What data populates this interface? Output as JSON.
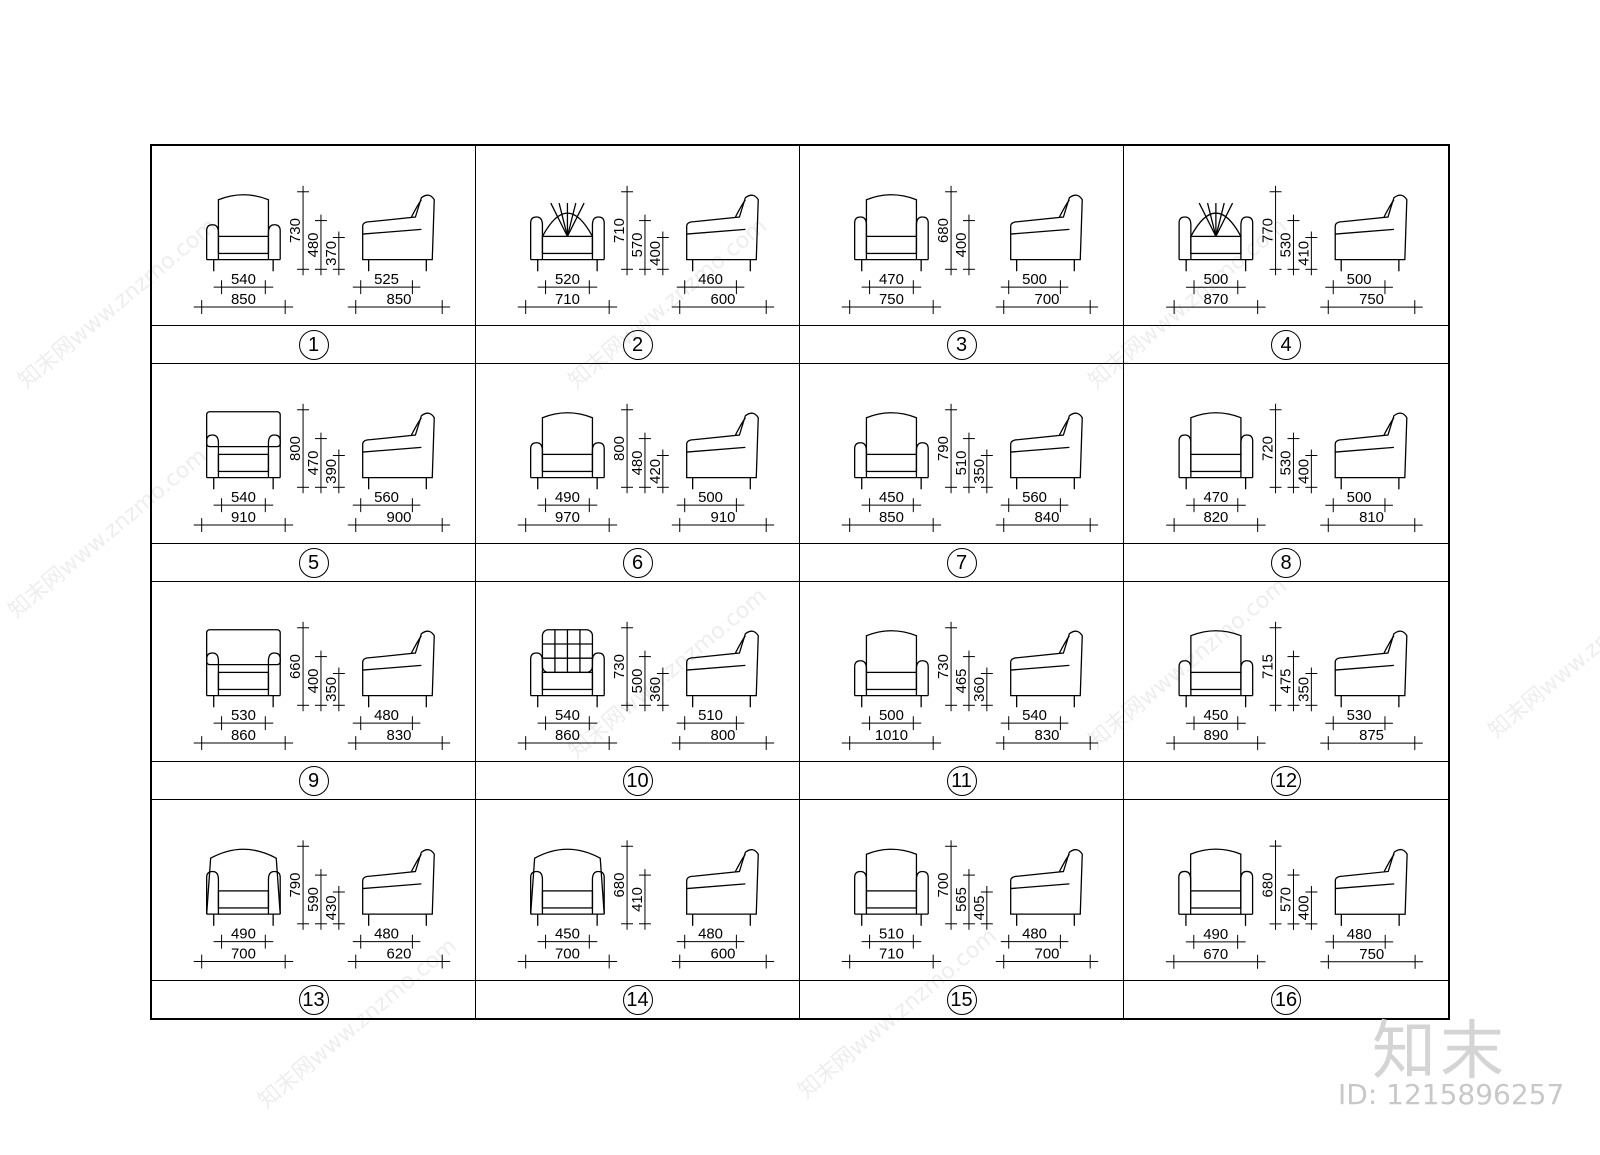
{
  "items": [
    {
      "num": "1",
      "front_h": [
        "730",
        "480",
        "370"
      ],
      "front_w": [
        "540",
        "850"
      ],
      "side_w": [
        "525",
        "850"
      ],
      "style": "roll"
    },
    {
      "num": "2",
      "front_h": [
        "710",
        "570",
        "400"
      ],
      "front_w": [
        "520",
        "710"
      ],
      "side_w": [
        "460",
        "600"
      ],
      "style": "shell"
    },
    {
      "num": "3",
      "front_h": [
        "680",
        "400"
      ],
      "front_w": [
        "470",
        "750"
      ],
      "side_w": [
        "500",
        "700"
      ],
      "style": "box"
    },
    {
      "num": "4",
      "front_h": [
        "770",
        "530",
        "410"
      ],
      "front_w": [
        "500",
        "870"
      ],
      "side_w": [
        "500",
        "750"
      ],
      "style": "shell"
    },
    {
      "num": "5",
      "front_h": [
        "800",
        "470",
        "390"
      ],
      "front_w": [
        "540",
        "910"
      ],
      "side_w": [
        "560",
        "900"
      ],
      "style": "flat"
    },
    {
      "num": "6",
      "front_h": [
        "800",
        "480",
        "420"
      ],
      "front_w": [
        "490",
        "970"
      ],
      "side_w": [
        "500",
        "910"
      ],
      "style": "wide"
    },
    {
      "num": "7",
      "front_h": [
        "790",
        "510",
        "350"
      ],
      "front_w": [
        "450",
        "850"
      ],
      "side_w": [
        "560",
        "840"
      ],
      "style": "roll"
    },
    {
      "num": "8",
      "front_h": [
        "720",
        "530",
        "400"
      ],
      "front_w": [
        "470",
        "820"
      ],
      "side_w": [
        "500",
        "810"
      ],
      "style": "box"
    },
    {
      "num": "9",
      "front_h": [
        "660",
        "400",
        "350"
      ],
      "front_w": [
        "530",
        "860"
      ],
      "side_w": [
        "480",
        "830"
      ],
      "style": "flat"
    },
    {
      "num": "10",
      "front_h": [
        "730",
        "500",
        "360"
      ],
      "front_w": [
        "540",
        "860"
      ],
      "side_w": [
        "510",
        "800"
      ],
      "style": "tufted"
    },
    {
      "num": "11",
      "front_h": [
        "730",
        "465",
        "360"
      ],
      "front_w": [
        "500",
        "1010"
      ],
      "side_w": [
        "540",
        "830"
      ],
      "style": "wide"
    },
    {
      "num": "12",
      "front_h": [
        "715",
        "475",
        "350"
      ],
      "front_w": [
        "450",
        "890"
      ],
      "side_w": [
        "530",
        "875"
      ],
      "style": "roll"
    },
    {
      "num": "13",
      "front_h": [
        "790",
        "590",
        "430"
      ],
      "front_w": [
        "490",
        "700"
      ],
      "side_w": [
        "480",
        "620"
      ],
      "style": "tub"
    },
    {
      "num": "14",
      "front_h": [
        "680",
        "410"
      ],
      "front_w": [
        "450",
        "700"
      ],
      "side_w": [
        "480",
        "600"
      ],
      "style": "tub"
    },
    {
      "num": "15",
      "front_h": [
        "700",
        "565",
        "405"
      ],
      "front_w": [
        "510",
        "710"
      ],
      "side_w": [
        "480",
        "700"
      ],
      "style": "box"
    },
    {
      "num": "16",
      "front_h": [
        "680",
        "570",
        "400"
      ],
      "front_w": [
        "490",
        "670"
      ],
      "side_w": [
        "480",
        "750"
      ],
      "style": "box"
    }
  ],
  "brand": "知末",
  "id_text": "ID: 1215896257",
  "watermark": "知末网www.znzmo.com"
}
